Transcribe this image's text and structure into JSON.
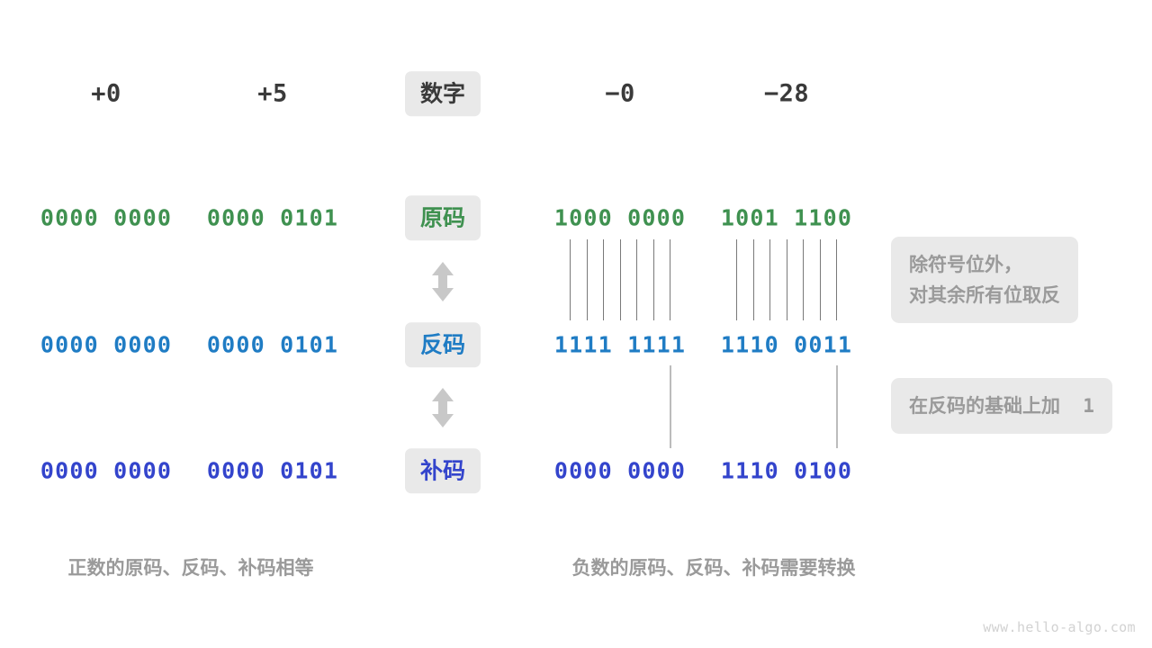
{
  "meta": {
    "watermark": "www.hello-algo.com",
    "colors": {
      "green": "#3f9150",
      "blue": "#1f7cc4",
      "indigo": "#3344cc",
      "badge_bg": "#e9e9e9",
      "muted_text": "#9a9a9a",
      "header_text": "#3a3a3a",
      "rule": "#7a7a7a"
    }
  },
  "header": {
    "row_label": "数字",
    "columns": [
      {
        "label": "+0"
      },
      {
        "label": "+5"
      },
      {
        "label": "−0"
      },
      {
        "label": "−28"
      }
    ]
  },
  "rows": [
    {
      "label": "原码",
      "color_key": "green",
      "values": [
        "0000 0000",
        "0000 0101",
        "1000 0000",
        "1001 1100"
      ]
    },
    {
      "label": "反码",
      "color_key": "blue",
      "values": [
        "0000 0000",
        "0000 0101",
        "1111 1111",
        "1110 0011"
      ]
    },
    {
      "label": "补码",
      "color_key": "indigo",
      "values": [
        "0000 0000",
        "0000 0101",
        "0000 0000",
        "1110 0100"
      ]
    }
  ],
  "connectors": {
    "between_rows_0_1": {
      "kind": "multi",
      "bit_indices": [
        1,
        2,
        3,
        4,
        5,
        6,
        7
      ],
      "count": 7
    },
    "between_rows_1_2": {
      "kind": "single",
      "bit_indices": [
        7
      ],
      "count": 1
    }
  },
  "arrows": [
    {
      "name": "arrow-yuanma-fanma",
      "glyph": "up-down-arrow"
    },
    {
      "name": "arrow-fanma-buma",
      "glyph": "up-down-arrow"
    }
  ],
  "notes": [
    {
      "line1": "除符号位外，",
      "line2": "对其余所有位取反"
    },
    {
      "line1": "在反码的基础上加",
      "suffix": "1"
    }
  ],
  "captions": [
    "正数的原码、反码、补码相等",
    "负数的原码、反码、补码需要转换"
  ]
}
